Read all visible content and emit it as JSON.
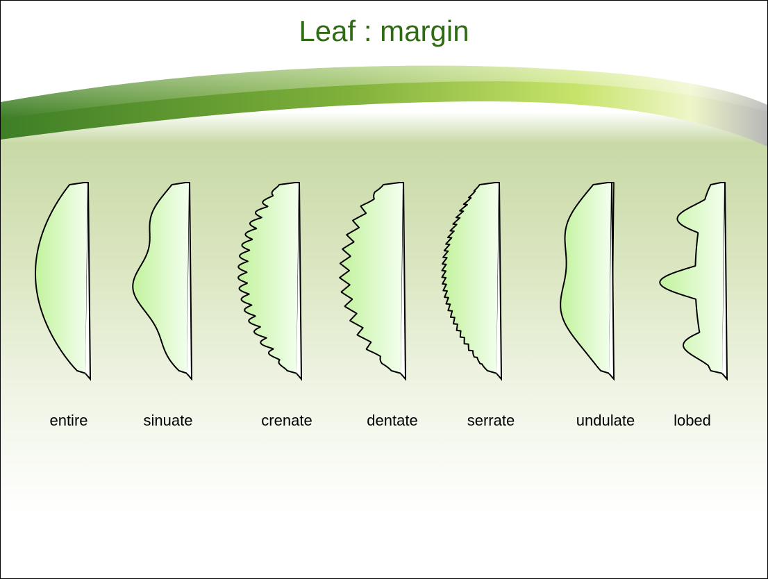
{
  "title": "Leaf : margin",
  "leaves": [
    {
      "id": "entire",
      "label": "entire"
    },
    {
      "id": "sinuate",
      "label": "sinuate"
    },
    {
      "id": "crenate",
      "label": "crenate"
    },
    {
      "id": "dentate",
      "label": "dentate"
    },
    {
      "id": "serrate",
      "label": "serrate"
    },
    {
      "id": "undulate",
      "label": "undulate"
    },
    {
      "id": "lobed",
      "label": "lobed"
    }
  ],
  "colors": {
    "title": "#2f6b12",
    "leaf_fill_edge": "#c2f29c",
    "leaf_fill_center": "#f4fff0",
    "swoosh_dark": "#3e7e26",
    "swoosh_light": "#c7e36a"
  }
}
